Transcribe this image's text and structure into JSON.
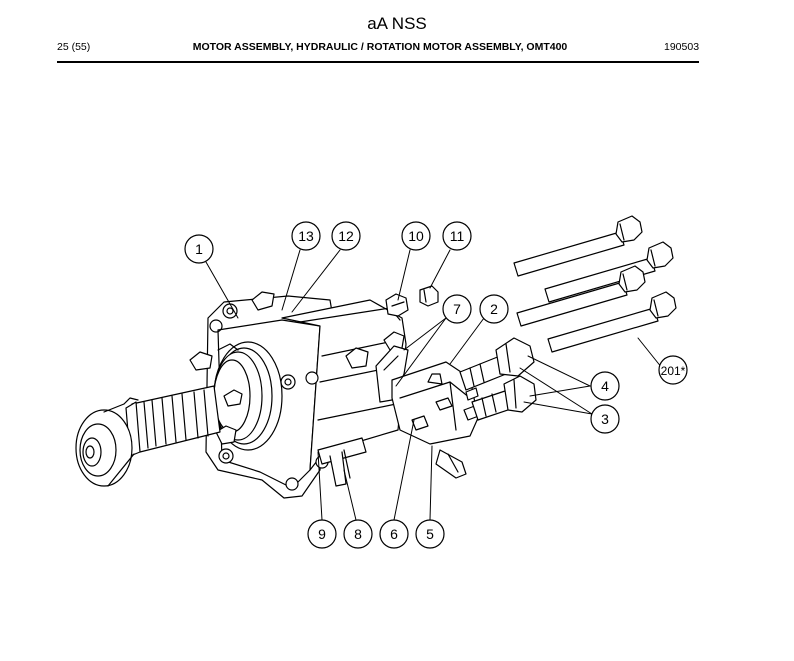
{
  "header": {
    "brand": "aA NSS",
    "page": "25 (55)",
    "title": "MOTOR ASSEMBLY, HYDRAULIC / ROTATION MOTOR ASSEMBLY, OMT400",
    "doc_number": "190503"
  },
  "callouts": [
    {
      "id": "c1",
      "label": "1"
    },
    {
      "id": "c13",
      "label": "13"
    },
    {
      "id": "c12",
      "label": "12"
    },
    {
      "id": "c10",
      "label": "10"
    },
    {
      "id": "c11",
      "label": "11"
    },
    {
      "id": "c7",
      "label": "7"
    },
    {
      "id": "c2",
      "label": "2"
    },
    {
      "id": "c201",
      "label": "201*"
    },
    {
      "id": "c4",
      "label": "4"
    },
    {
      "id": "c3",
      "label": "3"
    },
    {
      "id": "c9",
      "label": "9"
    },
    {
      "id": "c8",
      "label": "8"
    },
    {
      "id": "c6",
      "label": "6"
    },
    {
      "id": "c5",
      "label": "5"
    }
  ]
}
